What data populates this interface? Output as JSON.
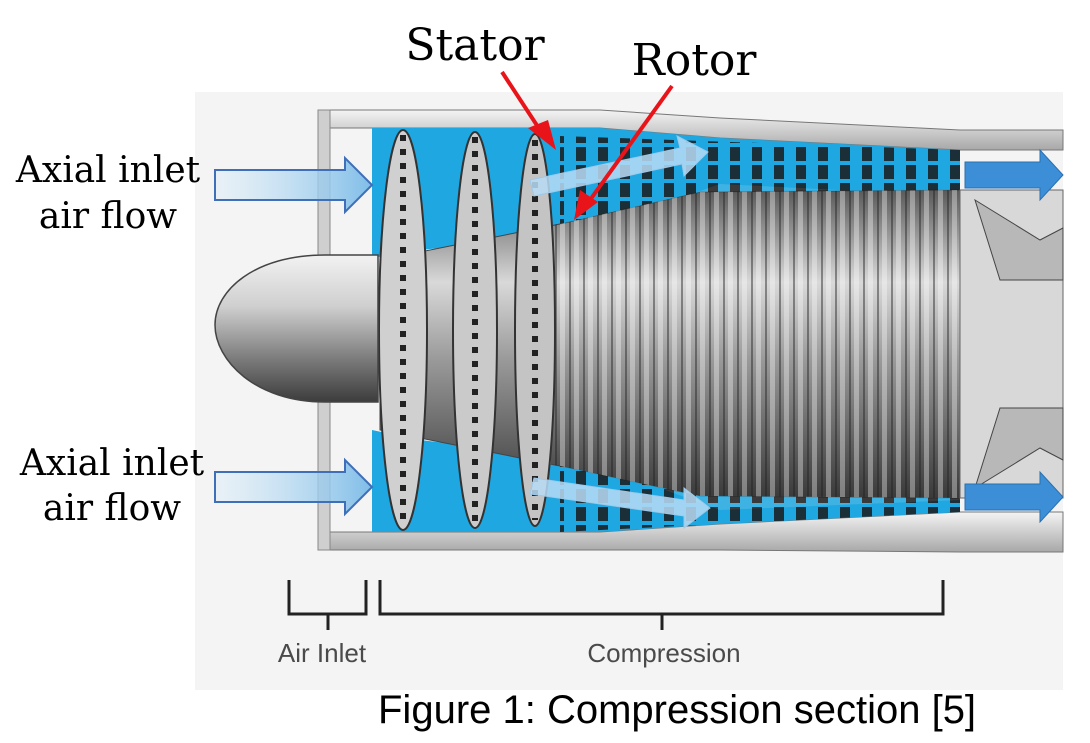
{
  "callouts": {
    "stator": "Stator",
    "rotor": "Rotor"
  },
  "inlet_labels": {
    "top": {
      "line1": "Axial inlet",
      "line2": "air flow"
    },
    "bottom": {
      "line1": "Axial inlet",
      "line2": "air flow"
    }
  },
  "sections": {
    "air_inlet": "Air Inlet",
    "compression": "Compression"
  },
  "caption": "Figure 1: Compression section [5]",
  "colors": {
    "duct": "#1ea7e0",
    "airflow_arrow": "#8ec9ee",
    "callout_arrow": "#e8141a",
    "casing": "#bdbdbd",
    "drum": "#8a8a8a"
  }
}
